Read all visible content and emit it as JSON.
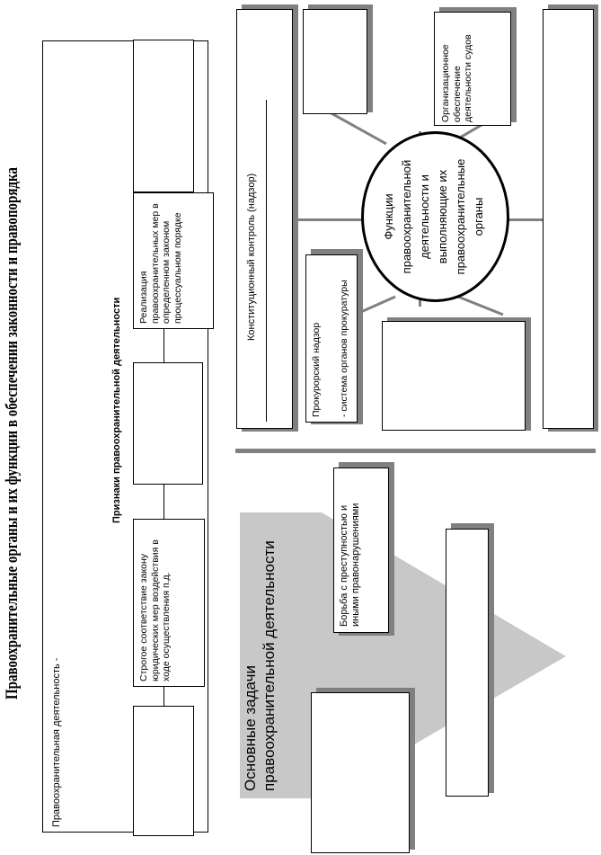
{
  "page": {
    "main_title": "Правоохранительные органы и их функции в обеспечении законности и правопорядка"
  },
  "left_panel": {
    "definition_label": "Правоохранительная деятельность -",
    "signs_heading": "Признаки правоохранительной деятельности",
    "sign_1": "Строгое соответствие закону юридических мер воздействия в ходе осуществления п.д.",
    "sign_2": "Реализация правоохранительных мер в определенном законом процессуальном порядке"
  },
  "functions": {
    "center_circle": "Функции правоохранительной деятельности и выполняющие их правоохранительные органы",
    "constitutional_control": "Конституционный контроль (надзор)",
    "prosecutor_supervision": "Прокурорский надзор",
    "prosecutor_system": "- система органов прокуратуры",
    "court_support": "Организационное обеспечение деятельности судов"
  },
  "tasks": {
    "heading": "Основные задачи правоохранительной деятельности",
    "task_1": "Борьба с преступностью и иными правонарушениями"
  },
  "colors": {
    "shadow": "#808080",
    "arrow_fill": "#c8c8c8",
    "line": "#000000"
  }
}
